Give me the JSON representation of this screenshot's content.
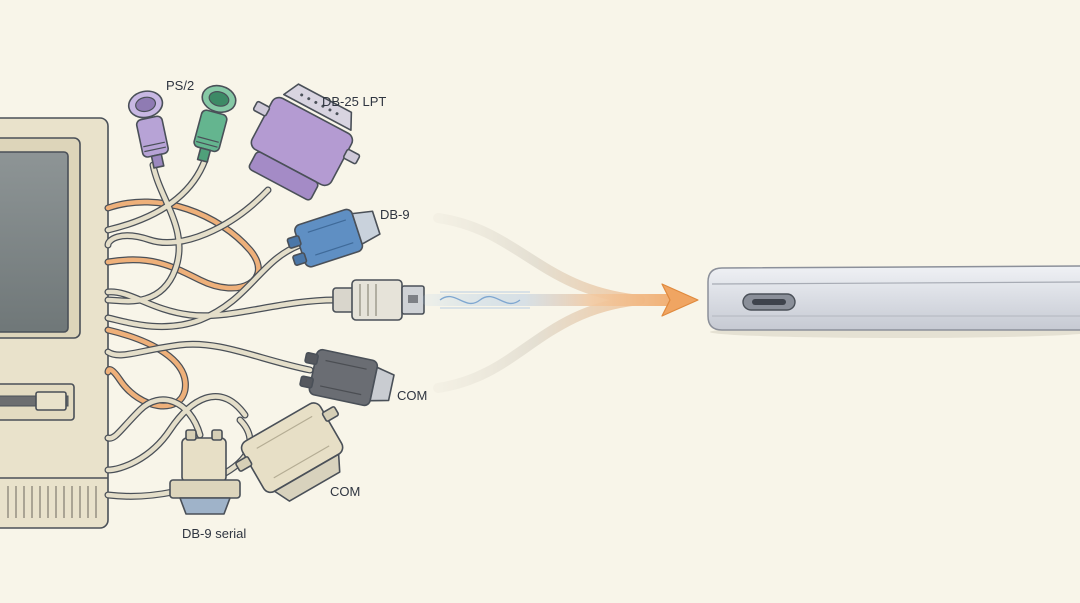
{
  "connector_labels": {
    "ps2": "PS/2",
    "db25_lpt": "DB-25 LPT",
    "db9": "DB-9",
    "com_upper": "COM",
    "com_lower": "COM",
    "db9_serial": "DB-9 serial"
  },
  "colors": {
    "background": "#f8f5e9",
    "computer_case": "#e9e2cb",
    "ps2_purple": "#b7a3d6",
    "ps2_green": "#64b58f",
    "lpt_purple": "#b49bd2",
    "db9_blue": "#5f8fc3",
    "usb_grey": "#d9d6cc",
    "com_dark": "#6a6d73",
    "beige_connector": "#e7dfc6",
    "orange_cable": "#eeb07a",
    "arrow_orange": "#f0a562",
    "arrow_blue": "#a9c9e8",
    "laptop_silver": "#dcdee4"
  }
}
